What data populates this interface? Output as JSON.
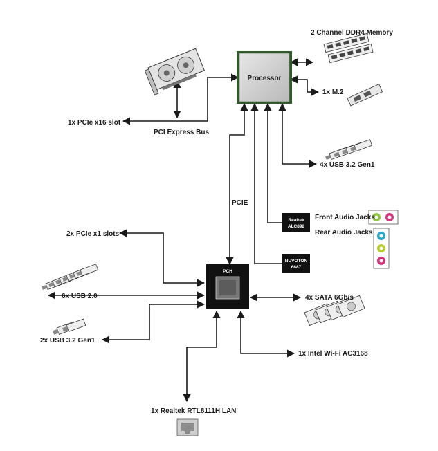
{
  "labels": {
    "memory": "2 Channel DDR4 Memory",
    "processor": "Processor",
    "m2": "1x M.2",
    "pcie_x16": "1x PCIe x16 slot",
    "pci_express_bus": "PCI Express Bus",
    "usb32_gen1_cpu": "4x USB 3.2 Gen1",
    "pcie": "PCIE",
    "realtek_audio_line1": "Realtek",
    "realtek_audio_line2": "ALC892",
    "front_audio": "Front Audio Jacks",
    "rear_audio": "Rear Audio Jacks",
    "pcie_x1": "2x PCIe x1 slots",
    "nuvoton_line1": "NUVOTON",
    "nuvoton_line2": "6687",
    "pch": "PCH",
    "usb20": "6x USB 2.0",
    "sata": "4x SATA 6Gb/s",
    "usb32_gen1_pch": "2x USB 3.2 Gen1",
    "wifi": "1x Intel Wi-Fi AC3168",
    "lan": "1x Realtek RTL8111H LAN"
  },
  "colors": {
    "line": "#1a1a1a",
    "cpu_substrate": "#2f5a2a",
    "cpu_die": "#d4d4d4",
    "chip": "#111111",
    "jack_green": "#8cc63f",
    "jack_pink": "#d6337e",
    "jack_blue": "#2aa7c9",
    "jack_lime": "#b5cc2a"
  }
}
